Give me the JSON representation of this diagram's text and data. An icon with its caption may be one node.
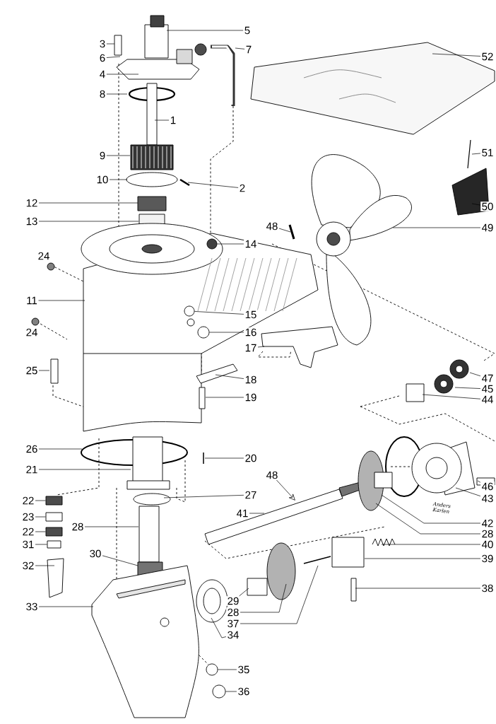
{
  "diagram": {
    "nodes": [
      {
        "text": [
          "5"
        ]
      },
      {
        "text": [
          "3"
        ]
      },
      {
        "text": [
          "7"
        ]
      },
      {
        "text": [
          "52"
        ]
      },
      {
        "text": [
          "6"
        ]
      },
      {
        "text": [
          "4"
        ]
      },
      {
        "text": [
          "8"
        ]
      },
      {
        "text": [
          "1"
        ]
      },
      {
        "text": [
          "51"
        ]
      },
      {
        "text": [
          "9"
        ]
      },
      {
        "text": [
          "10"
        ]
      },
      {
        "text": [
          "2"
        ]
      },
      {
        "text": [
          "12"
        ]
      },
      {
        "text": [
          "50"
        ]
      },
      {
        "text": [
          "13"
        ]
      },
      {
        "text": [
          "48"
        ]
      },
      {
        "text": [
          "49"
        ]
      },
      {
        "text": [
          "14"
        ]
      },
      {
        "text": [
          "11"
        ]
      },
      {
        "text": [
          "15"
        ]
      },
      {
        "text": [
          "16"
        ]
      },
      {
        "text": [
          "17"
        ]
      },
      {
        "text": [
          "18"
        ]
      },
      {
        "text": [
          "25"
        ]
      },
      {
        "text": [
          "47"
        ]
      },
      {
        "text": [
          "45"
        ]
      },
      {
        "text": [
          "19"
        ]
      },
      {
        "text": [
          "44"
        ]
      },
      {
        "text": [
          "26"
        ]
      },
      {
        "text": [
          "20"
        ]
      },
      {
        "text": [
          "21"
        ]
      },
      {
        "text": [
          "48"
        ]
      },
      {
        "text": [
          "46"
        ]
      },
      {
        "text": [
          "27"
        ]
      },
      {
        "text": [
          "43"
        ]
      },
      {
        "text": [
          "22"
        ]
      },
      {
        "text": [
          "41"
        ]
      },
      {
        "text": [
          "23"
        ]
      },
      {
        "text": [
          "42"
        ]
      },
      {
        "text": [
          "28"
        ]
      },
      {
        "text": [
          "22"
        ]
      },
      {
        "text": [
          "28"
        ]
      },
      {
        "text": [
          "31"
        ]
      },
      {
        "text": [
          "40"
        ]
      },
      {
        "text": [
          "30"
        ]
      },
      {
        "text": [
          "39"
        ]
      },
      {
        "text": [
          "32"
        ]
      },
      {
        "text": [
          "38"
        ]
      },
      {
        "text": [
          "29"
        ]
      },
      {
        "text": [
          "33"
        ]
      },
      {
        "text": [
          "28"
        ]
      },
      {
        "text": [
          "37"
        ]
      },
      {
        "text": [
          "34"
        ]
      },
      {
        "text": [
          "35"
        ]
      },
      {
        "text": [
          "36"
        ]
      },
      {
        "text": [],
        "shape": "circle"
      },
      {
        "text": [],
        "shape": "circle"
      },
      {
        "text": [],
        "shape": "circle"
      },
      {
        "text": [],
        "shape": "box"
      },
      {
        "text": [],
        "shape": "box"
      },
      {
        "text": [],
        "shape": "box"
      },
      {
        "text": [],
        "shape": "box"
      },
      {
        "text": [],
        "shape": "circle"
      },
      {
        "text": [],
        "shape": "circle"
      }
    ],
    "edges": [
      {
        "from": 0,
        "to": null,
        "arrow": "none"
      },
      {
        "from": 1,
        "to": null,
        "arrow": "none"
      },
      {
        "from": 2,
        "to": null,
        "arrow": "none"
      },
      {
        "from": 3,
        "to": null,
        "arrow": "none"
      },
      {
        "from": 4,
        "to": null,
        "arrow": "none"
      },
      {
        "from": 5,
        "to": null,
        "arrow": "none"
      },
      {
        "from": 6,
        "to": null,
        "arrow": "none"
      },
      {
        "from": 7,
        "to": null,
        "arrow": "none"
      },
      {
        "from": 8,
        "to": null,
        "arrow": "none"
      },
      {
        "from": 9,
        "to": null,
        "arrow": "none"
      },
      {
        "from": 10,
        "to": null,
        "arrow": "none"
      },
      {
        "from": 11,
        "to": null,
        "arrow": "none"
      },
      {
        "from": 12,
        "to": null,
        "arrow": "none"
      },
      {
        "from": 13,
        "to": null,
        "arrow": "none"
      },
      {
        "from": 14,
        "to": null,
        "arrow": "none"
      },
      {
        "from": 15,
        "to": null,
        "arrow": "none"
      },
      {
        "from": 16,
        "to": null,
        "arrow": "none"
      },
      {
        "from": 17,
        "to": 55,
        "arrow": "none"
      },
      {
        "from": 18,
        "to": null,
        "arrow": "none"
      },
      {
        "from": 19,
        "to": 56,
        "arrow": "none"
      },
      {
        "from": 20,
        "to": 57,
        "arrow": "none"
      },
      {
        "from": 21,
        "to": null,
        "arrow": "none"
      },
      {
        "from": 22,
        "to": null,
        "arrow": "none"
      },
      {
        "from": 23,
        "to": null,
        "arrow": "none"
      },
      {
        "from": 24,
        "to": null,
        "arrow": "none"
      },
      {
        "from": 25,
        "to": null,
        "arrow": "none"
      },
      {
        "from": 26,
        "to": null,
        "arrow": "none"
      },
      {
        "from": 27,
        "to": null,
        "arrow": "none"
      },
      {
        "from": 28,
        "to": null,
        "arrow": "none"
      },
      {
        "from": 29,
        "to": null,
        "arrow": "none"
      },
      {
        "from": 30,
        "to": null,
        "arrow": "none"
      },
      {
        "from": 31,
        "to": null,
        "arrow": "to"
      },
      {
        "from": 32,
        "to": null,
        "arrow": "none"
      },
      {
        "from": 33,
        "to": null,
        "arrow": "none"
      },
      {
        "from": 34,
        "to": null,
        "arrow": "none"
      },
      {
        "from": 35,
        "to": 58,
        "arrow": "none"
      },
      {
        "from": 36,
        "to": null,
        "arrow": "none"
      },
      {
        "from": 37,
        "to": 59,
        "arrow": "none"
      },
      {
        "from": 38,
        "to": null,
        "arrow": "none"
      },
      {
        "from": 39,
        "to": null,
        "arrow": "none"
      },
      {
        "from": 40,
        "to": 60,
        "arrow": "none"
      },
      {
        "from": 41,
        "to": null,
        "arrow": "none"
      },
      {
        "from": 42,
        "to": 61,
        "arrow": "none"
      },
      {
        "from": 43,
        "to": null,
        "arrow": "none"
      },
      {
        "from": 44,
        "to": null,
        "arrow": "none"
      },
      {
        "from": 45,
        "to": null,
        "arrow": "none"
      },
      {
        "from": 46,
        "to": null,
        "arrow": "none"
      },
      {
        "from": 47,
        "to": null,
        "arrow": "none"
      },
      {
        "from": 48,
        "to": null,
        "arrow": "none"
      },
      {
        "from": 49,
        "to": null,
        "arrow": "none"
      },
      {
        "from": 50,
        "to": null,
        "arrow": "none"
      },
      {
        "from": 51,
        "to": null,
        "arrow": "none"
      },
      {
        "from": 52,
        "to": null,
        "arrow": "none"
      },
      {
        "from": 53,
        "to": 62,
        "arrow": "none"
      },
      {
        "from": 54,
        "to": 63,
        "arrow": "none"
      }
    ],
    "labels": [
      "24",
      "24",
      "Anders Karlen"
    ]
  }
}
